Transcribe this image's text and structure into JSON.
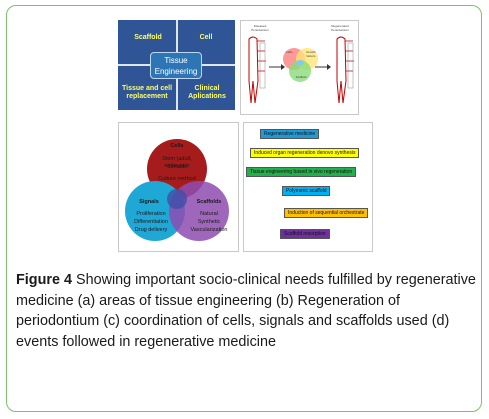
{
  "panel_a": {
    "top_left": "Scaffold",
    "top_right": "Cell",
    "center": "Tissue Engineering",
    "bottom_left": "Tissue and cell replacement",
    "bottom_right": "Clinical Aplications"
  },
  "panel_b": {
    "left_label": "Diseased Periodontium",
    "right_label": "Regenerated Periodontium",
    "venn_cells": "Cells",
    "venn_factors": "Growth factors",
    "venn_scaffold": "Scaffold"
  },
  "panel_c": {
    "cells_title": "Cells",
    "cells_items": [
      "Stem (adult, embryonic",
      "Somatic",
      "Culture method"
    ],
    "signals_title": "Signals",
    "signals_items": [
      "Proliferation",
      "Differentiation",
      "Drug delivery"
    ],
    "scaffolds_title": "Scaffolds",
    "scaffolds_items": [
      "Natural",
      "Synthetic",
      "Vascularization"
    ],
    "colors": {
      "cells": "#a61c1c",
      "signals": "#1fa8d6",
      "scaffolds": "#8e4cb0",
      "center": "#3f4fa8"
    }
  },
  "panel_d": {
    "events": [
      {
        "label": "Regenerative medicine",
        "color": "#1f9ad6"
      },
      {
        "label": "Induced organ regeneration denovo synthesis",
        "color": "#ffff00"
      },
      {
        "label": "Tissue engineering based in vivo regeneration",
        "color": "#22b04b"
      },
      {
        "label": "Polymeric scaffold",
        "color": "#00b0f0"
      },
      {
        "label": "Induction of sequential orchestrate",
        "color": "#ffc000"
      },
      {
        "label": "Scaffold resorption",
        "color": "#7030a0"
      }
    ]
  },
  "caption": {
    "figure_label": "Figure 4",
    "text": " Showing important socio-clinical needs fulfilled by regenerative medicine (a) areas of tissue engineering (b) Regeneration of periodontium (c) coordination of cells, signals and scaffolds used (d) events followed in regenerative medicine"
  }
}
